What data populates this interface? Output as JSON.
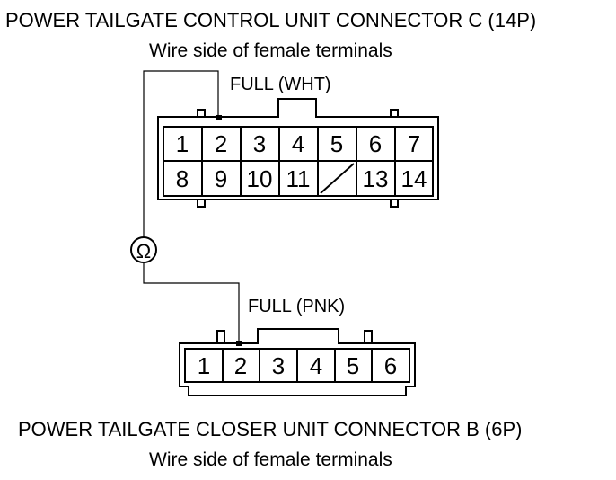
{
  "connector_c": {
    "title": "POWER TAILGATE CONTROL UNIT CONNECTOR C (14P)",
    "subtitle": "Wire side of female terminals",
    "label": "FULL (WHT)",
    "top_row": [
      "1",
      "2",
      "3",
      "4",
      "5",
      "6",
      "7"
    ],
    "bottom_row": [
      "8",
      "9",
      "10",
      "11",
      "",
      "13",
      "14"
    ],
    "probe_terminal": "2"
  },
  "connector_b": {
    "title": "POWER TAILGATE CLOSER UNIT CONNECTOR B (6P)",
    "subtitle": "Wire side of female terminals",
    "label": "FULL (PNK)",
    "row": [
      "1",
      "2",
      "3",
      "4",
      "5",
      "6"
    ],
    "probe_terminal": "2"
  },
  "meter": {
    "symbol": "Ω"
  }
}
